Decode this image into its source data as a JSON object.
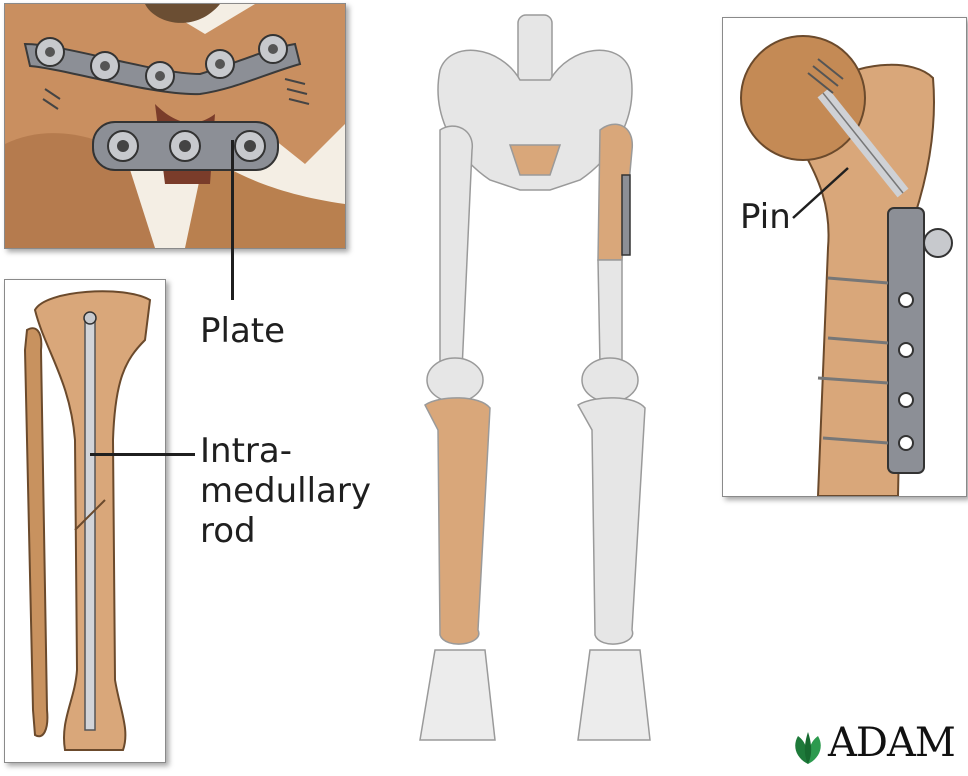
{
  "labels": {
    "plate": "Plate",
    "rod_line1": "Intra-",
    "rod_line2": "medullary",
    "rod_line3": "rod",
    "pin": "Pin"
  },
  "logo": {
    "text": "ADAM"
  },
  "colors": {
    "bone_treated": "#d9a77a",
    "bone_plain": "#e6e6e6",
    "metal": "#8c8f96",
    "ink": "#1f1f1f"
  }
}
